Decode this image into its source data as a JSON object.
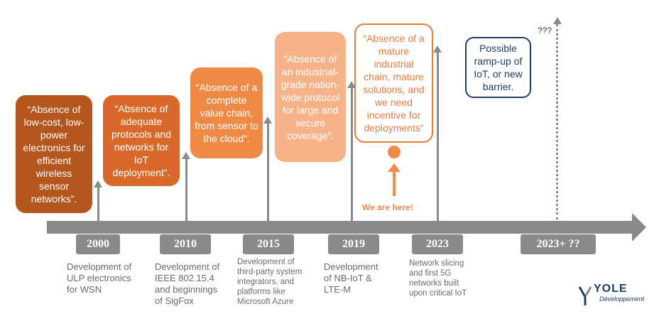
{
  "boxes": [
    "“Absence of low-cost, low-power electronics for efficient wireless sensor networks”.",
    "“Absence of adequate protocols and networks for IoT deployment”.",
    "“Absence of a complete value chain, from sensor to the cloud”.",
    "“Absence of an industrial-grade nation-wide protocol for large and secure coverage”.",
    "“Absence of a mature industrial chain, mature solutions, and we need incentive for deployments”",
    "Possible ramp-up of IoT, or new barrier."
  ],
  "question_marks": "???",
  "we_are_here": "We are here!",
  "years": [
    "2000",
    "2010",
    "2015",
    "2019",
    "2023",
    "2023+ ??"
  ],
  "descriptions": [
    "Development of ULP electronics for WSN",
    "Development of IEEE 802.15.4 and beginnings of SigFox",
    "Development of third-party system integrators, and platforms like Microsoft Azure",
    "Development of NB-IoT & LTE-M",
    "Network slicing and first 5G networks built upon critical IoT"
  ],
  "logo": {
    "name": "YOLE",
    "sub": "Développement"
  },
  "colors": {
    "dark_brown": "#b4561d",
    "orange": "#d9692b",
    "light_orange": "#ef8a46",
    "peach": "#f6b38a",
    "accent": "#ea7a38",
    "navy": "#1f3d6b",
    "gray": "#8a8a8a"
  }
}
